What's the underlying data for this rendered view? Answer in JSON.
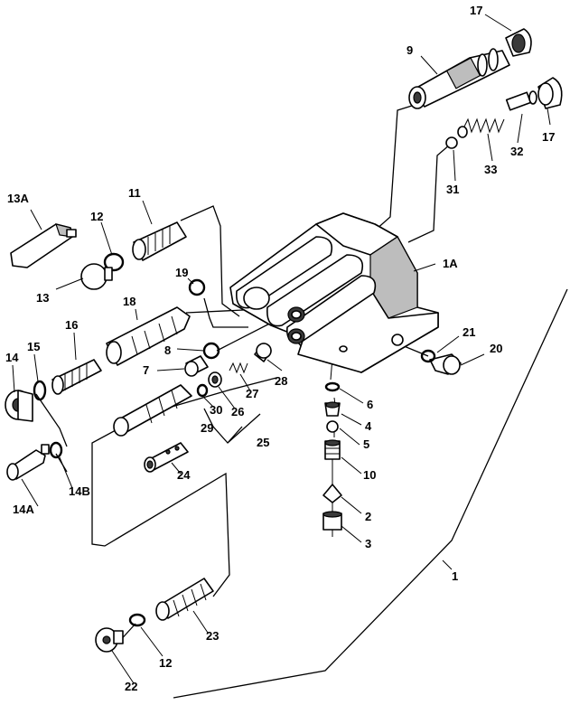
{
  "diagram": {
    "labels": {
      "l17a": "17",
      "l9": "9",
      "l17b": "17",
      "l32": "32",
      "l33": "33",
      "l31": "31",
      "l13A": "13A",
      "l11": "11",
      "l12a": "12",
      "l13": "13",
      "l19": "19",
      "l1A": "1A",
      "l18": "18",
      "l16": "16",
      "l15": "15",
      "l14": "14",
      "l8": "8",
      "l7": "7",
      "l21": "21",
      "l20": "20",
      "l28": "28",
      "l27": "27",
      "l30": "30",
      "l26": "26",
      "l29": "29",
      "l25": "25",
      "l6": "6",
      "l4": "4",
      "l5": "5",
      "l10": "10",
      "l24": "24",
      "l14B": "14B",
      "l14A": "14A",
      "l2": "2",
      "l3": "3",
      "l1": "1",
      "l23": "23",
      "l22": "22",
      "l12b": "12"
    }
  }
}
